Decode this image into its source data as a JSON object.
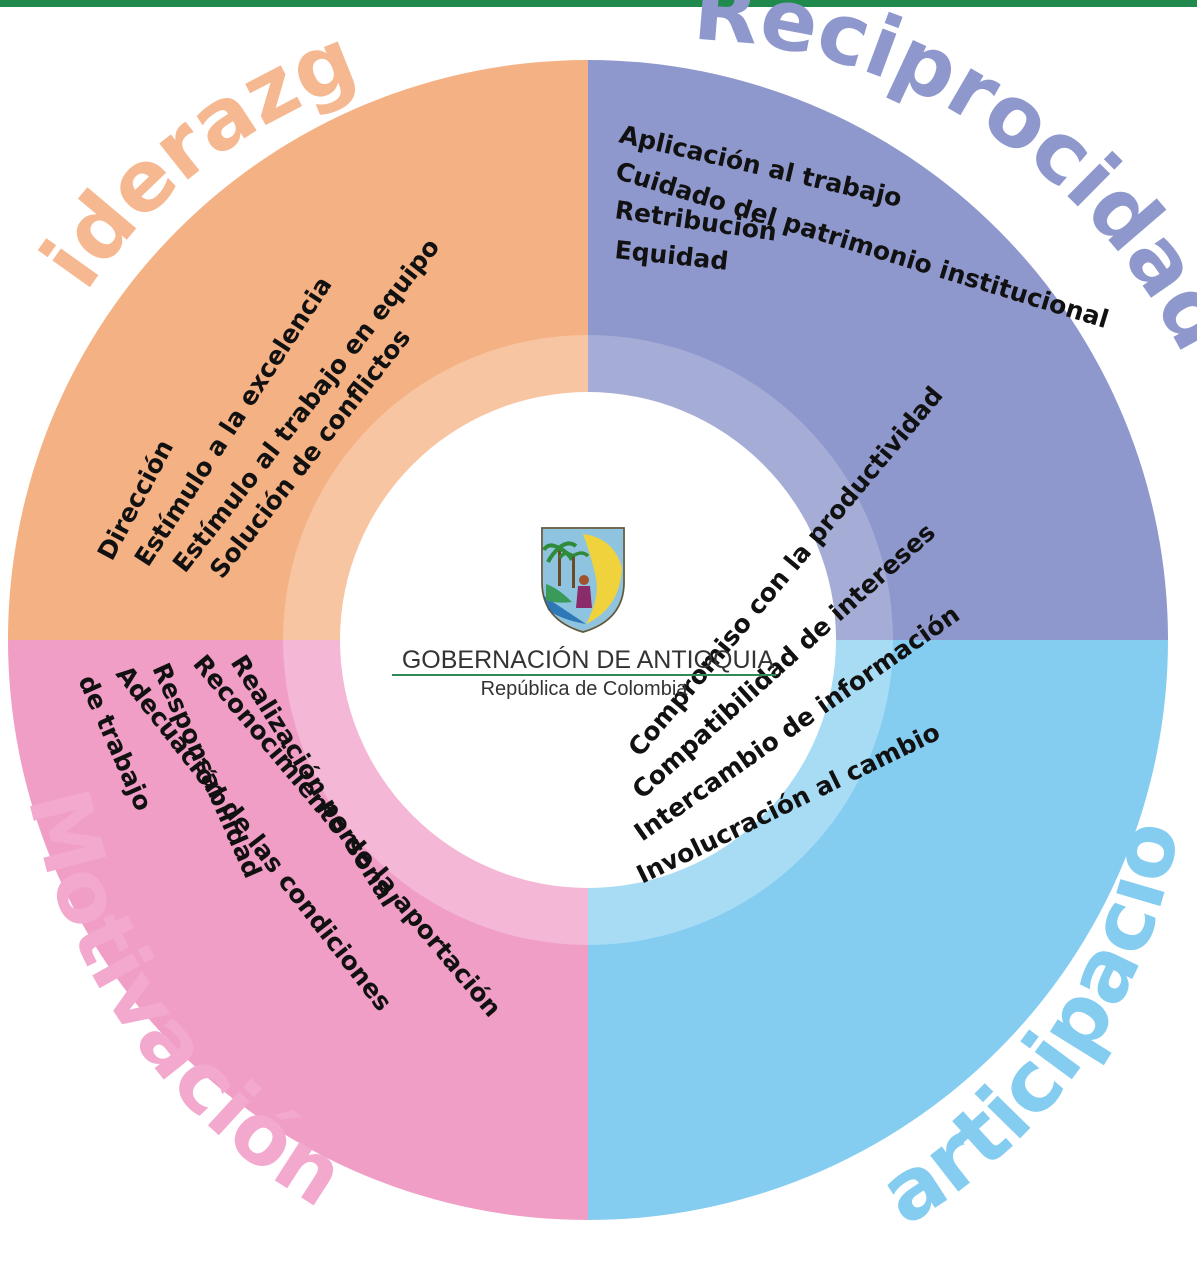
{
  "colors": {
    "top_bar": "#1f8a4c",
    "liderazgo": "#f4b183",
    "liderazgo_inner": "#f8c5a3",
    "liderazgo_label": "#f5b890",
    "reciprocidad": "#8e98cc",
    "reciprocidad_inner": "#a5acd6",
    "reciprocidad_label": "#8e98cc",
    "participacion": "#85cdf0",
    "participacion_inner": "#a8dcf4",
    "participacion_label": "#85cdf0",
    "motivacion": "#f09ec5",
    "motivacion_inner": "#f4b7d5",
    "motivacion_label": "#f3a8cd",
    "center": "#ffffff",
    "logo_line": "#2e8b57"
  },
  "quadrants": {
    "liderazgo": {
      "title": "Liderazgo",
      "items": [
        "Dirección",
        "Estímulo a la excelencia",
        "Estímulo al trabajo en equipo",
        "Solución de conflictos"
      ]
    },
    "reciprocidad": {
      "title": "Reciprocidad",
      "items": [
        "Aplicación al trabajo",
        "Cuidado del patrimonio institucional",
        "Retribución",
        "Equidad"
      ]
    },
    "participacion": {
      "title": "Participación",
      "items": [
        "Compromiso con la productividad",
        "Compatibilidad de intereses",
        "Intercambio de información",
        "Involucración al cambio"
      ]
    },
    "motivacion": {
      "title": "Motivación",
      "items": [
        "Realización personal",
        "Reconocimiento de la aportación",
        "Responsabilidad",
        "Adecuación de las condiciones",
        "de trabajo"
      ]
    }
  },
  "logo": {
    "icon": "coat-of-arms-shield-icon",
    "title": "GOBERNACIÓN DE ANTIOQUIA",
    "subtitle": "República de Colombia"
  }
}
